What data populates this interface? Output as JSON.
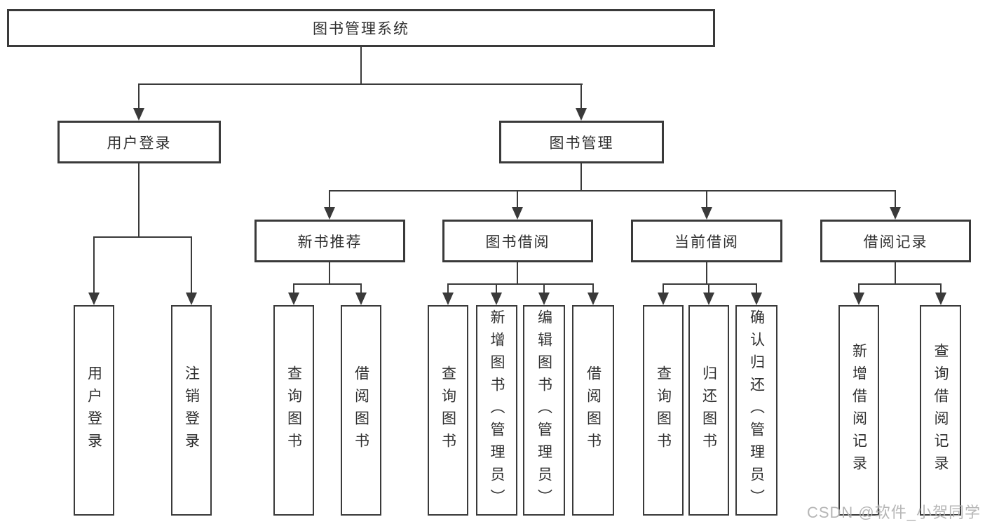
{
  "diagram": {
    "root": "图书管理系统",
    "level2": [
      "用户登录",
      "图书管理"
    ],
    "level3": [
      "新书推荐",
      "图书借阅",
      "当前借阅",
      "借阅记录"
    ],
    "leaves": {
      "user_login": [
        "用户登录",
        "注销登录"
      ],
      "new_book": [
        "查询图书",
        "借阅图书"
      ],
      "book_borrow": [
        "查询图书",
        "新增图书（管理员）",
        "编辑图书（管理员）",
        "借阅图书"
      ],
      "current_borrow": [
        "查询图书",
        "归还图书",
        "确认归还（管理员）"
      ],
      "borrow_records": [
        "新增借阅记录",
        "查询借阅记录"
      ]
    }
  },
  "watermark": "CSDN @软件_小贺同学",
  "colors": {
    "line": "#3a3a3a",
    "box_fill": "#ffffff",
    "text": "#2f2f2f",
    "watermark": "#b0b0b0",
    "background": "#ffffff"
  }
}
